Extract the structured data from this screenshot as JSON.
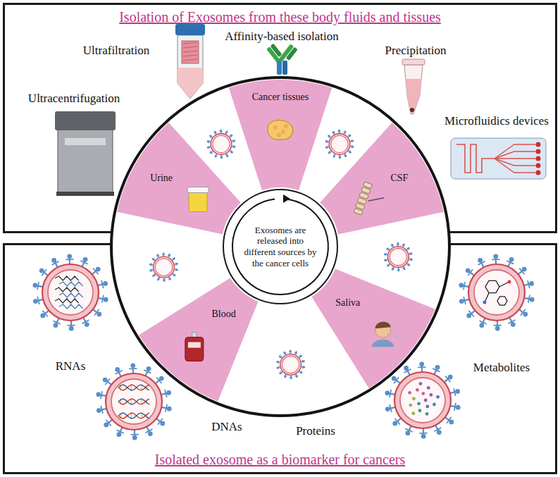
{
  "diagram": {
    "nodes": [
      {
        "text": [
          "Isolation of Exosomes from these body fluids and tissues"
        ]
      },
      {
        "text": [
          "Isolated exosome as a biomarker for cancers"
        ]
      },
      {
        "text": [
          "Exosomes are released into different sources by the cancer cells"
        ]
      },
      {
        "text": [
          "Cancer tissues"
        ]
      },
      {
        "text": [
          "Urine"
        ]
      },
      {
        "text": [
          "CSF"
        ]
      },
      {
        "text": [
          "Blood"
        ]
      },
      {
        "text": [
          "Saliva"
        ]
      }
    ],
    "labels": [
      "Ultrafiltration",
      "Affinity-based isolation",
      "Precipitation",
      "Ultracentrifugation",
      "Microfluidics devices",
      "RNAs",
      "DNAs",
      "Proteins",
      "Metabolites"
    ]
  }
}
